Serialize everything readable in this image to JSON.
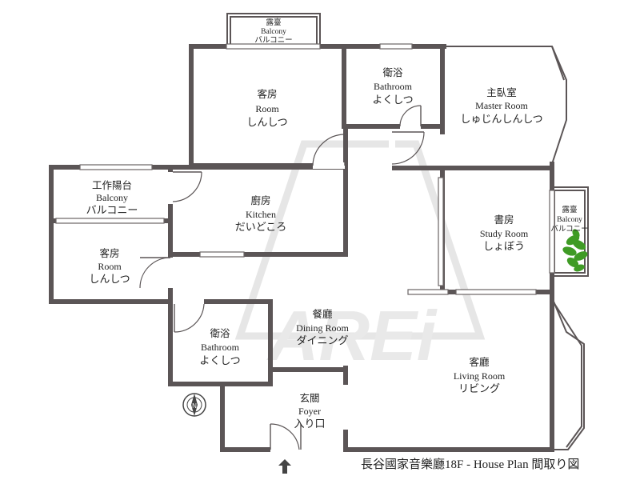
{
  "rooms": {
    "balcony_top": {
      "zh": "露臺",
      "en": "Balcony",
      "ja": "バルコニー"
    },
    "guest_room_top": {
      "zh": "客房",
      "en": "Room",
      "ja": "しんしつ"
    },
    "bathroom_top": {
      "zh": "衛浴",
      "en": "Bathroom",
      "ja": "よくしつ"
    },
    "master_room": {
      "zh": "主臥室",
      "en": "Master Room",
      "ja": "しゅじんしんしつ"
    },
    "work_balcony": {
      "zh": "工作陽台",
      "en": "Balcony",
      "ja": "バルコニー"
    },
    "kitchen": {
      "zh": "廚房",
      "en": "Kitchen",
      "ja": "だいどころ"
    },
    "guest_room_left": {
      "zh": "客房",
      "en": "Room",
      "ja": "しんしつ"
    },
    "study_room": {
      "zh": "書房",
      "en": "Study Room",
      "ja": "しょぼう"
    },
    "balcony_right": {
      "zh": "露臺",
      "en": "Balcony",
      "ja": "バルコニー"
    },
    "dining_room": {
      "zh": "餐廳",
      "en": "Dining Room",
      "ja": "ダイニング"
    },
    "bathroom_bottom": {
      "zh": "衛浴",
      "en": "Bathroom",
      "ja": "よくしつ"
    },
    "living_room": {
      "zh": "客廳",
      "en": "Living Room",
      "ja": "リビング"
    },
    "foyer": {
      "zh": "玄關",
      "en": "Foyer",
      "ja": "入り口"
    }
  },
  "compass_label": "N",
  "watermark": "AREi",
  "caption": "長谷國家音樂廳18F - House Plan  間取り図",
  "colors": {
    "wall": "#5b5556",
    "text": "#222222",
    "plant": "#3f9b25"
  }
}
